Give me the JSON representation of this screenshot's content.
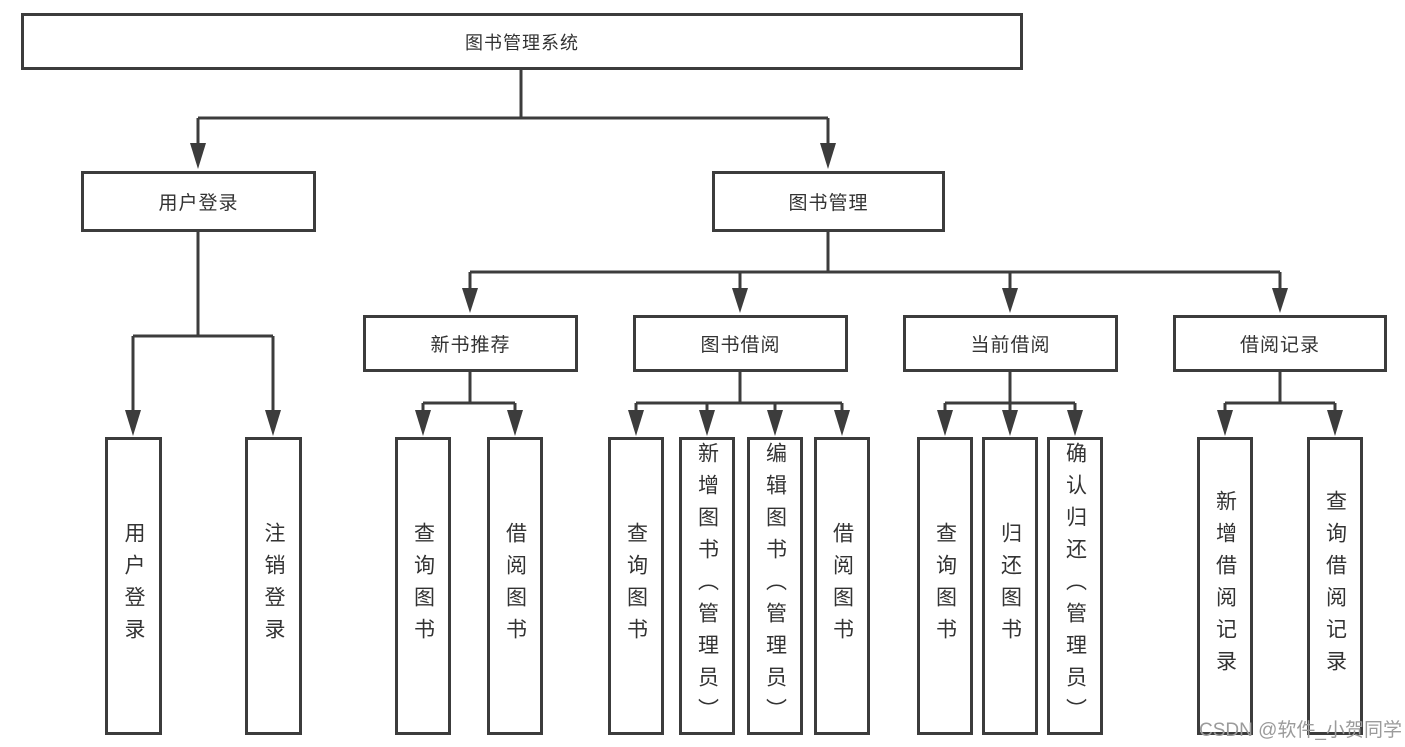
{
  "diagram": {
    "title_hint": "library-management-system-function-tree",
    "root": {
      "label": "图书管理系统"
    },
    "branches": [
      {
        "label": "用户登录",
        "children": [
          "用户登录",
          "注销登录"
        ]
      },
      {
        "label": "图书管理",
        "sections": [
          {
            "label": "新书推荐",
            "children": [
              "查询图书",
              "借阅图书"
            ]
          },
          {
            "label": "图书借阅",
            "children": [
              "查询图书",
              "新增图书（管理员）",
              "编辑图书（管理员）",
              "借阅图书"
            ]
          },
          {
            "label": "当前借阅",
            "children": [
              "查询图书",
              "归还图书",
              "确认归还（管理员）"
            ]
          },
          {
            "label": "借阅记录",
            "children": [
              "新增借阅记录",
              "查询借阅记录"
            ]
          }
        ]
      }
    ]
  },
  "watermark": {
    "text": "CSDN @软件_小贺同学"
  },
  "colors": {
    "line": "#3c3c3c",
    "text": "#333333",
    "watermark": "#9b9b9b",
    "background": "#ffffff"
  }
}
